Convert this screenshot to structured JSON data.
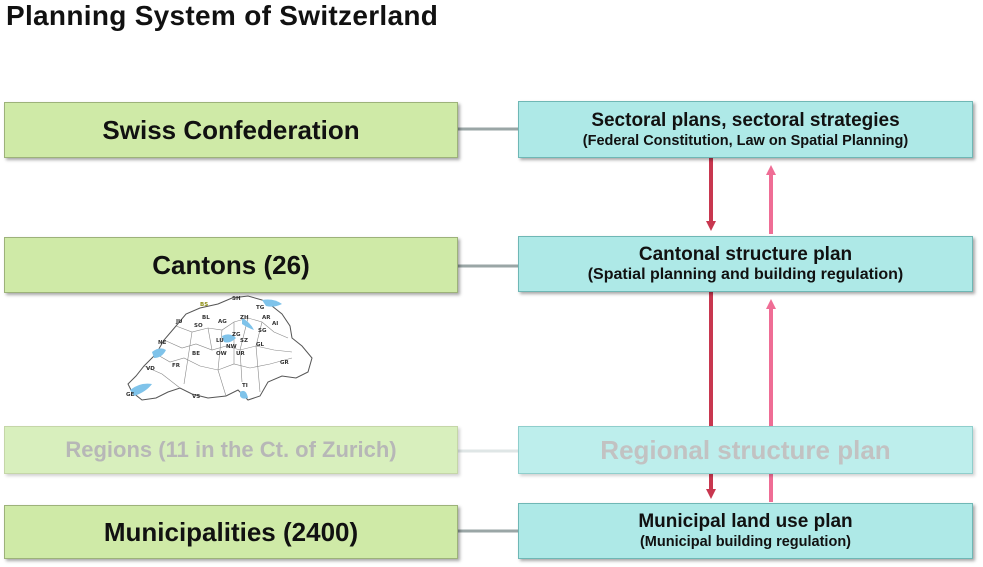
{
  "title": "Planning System of Switzerland",
  "levels": [
    {
      "name": "Swiss Confederation",
      "plan": "Sectoral plans, sectoral strategies",
      "basis": "(Federal Constitution, Law on Spatial Planning)"
    },
    {
      "name": "Cantons (26)",
      "plan": "Cantonal structure plan",
      "basis": "(Spatial planning and building regulation)"
    },
    {
      "name": "Regions (11 in the Ct. of Zurich)",
      "plan": "Regional structure plan",
      "basis": ""
    },
    {
      "name": "Municipalities (2400)",
      "plan": "Municipal land use plan",
      "basis": "(Municipal building regulation)"
    }
  ],
  "map": {
    "cantons": [
      "BS",
      "SH",
      "TG",
      "BL",
      "JU",
      "AG",
      "ZH",
      "AR",
      "AI",
      "SO",
      "SG",
      "NE",
      "LU",
      "ZG",
      "SZ",
      "GL",
      "NW",
      "OW",
      "UR",
      "BE",
      "FR",
      "GR",
      "VD",
      "TI",
      "VS",
      "GE"
    ]
  },
  "colors": {
    "level_fill": "#cfeaa7",
    "plan_fill": "#aee9e7",
    "arrow_down": "#c8374f",
    "arrow_up": "#ef6d95",
    "connector": "#9aa6a6"
  }
}
